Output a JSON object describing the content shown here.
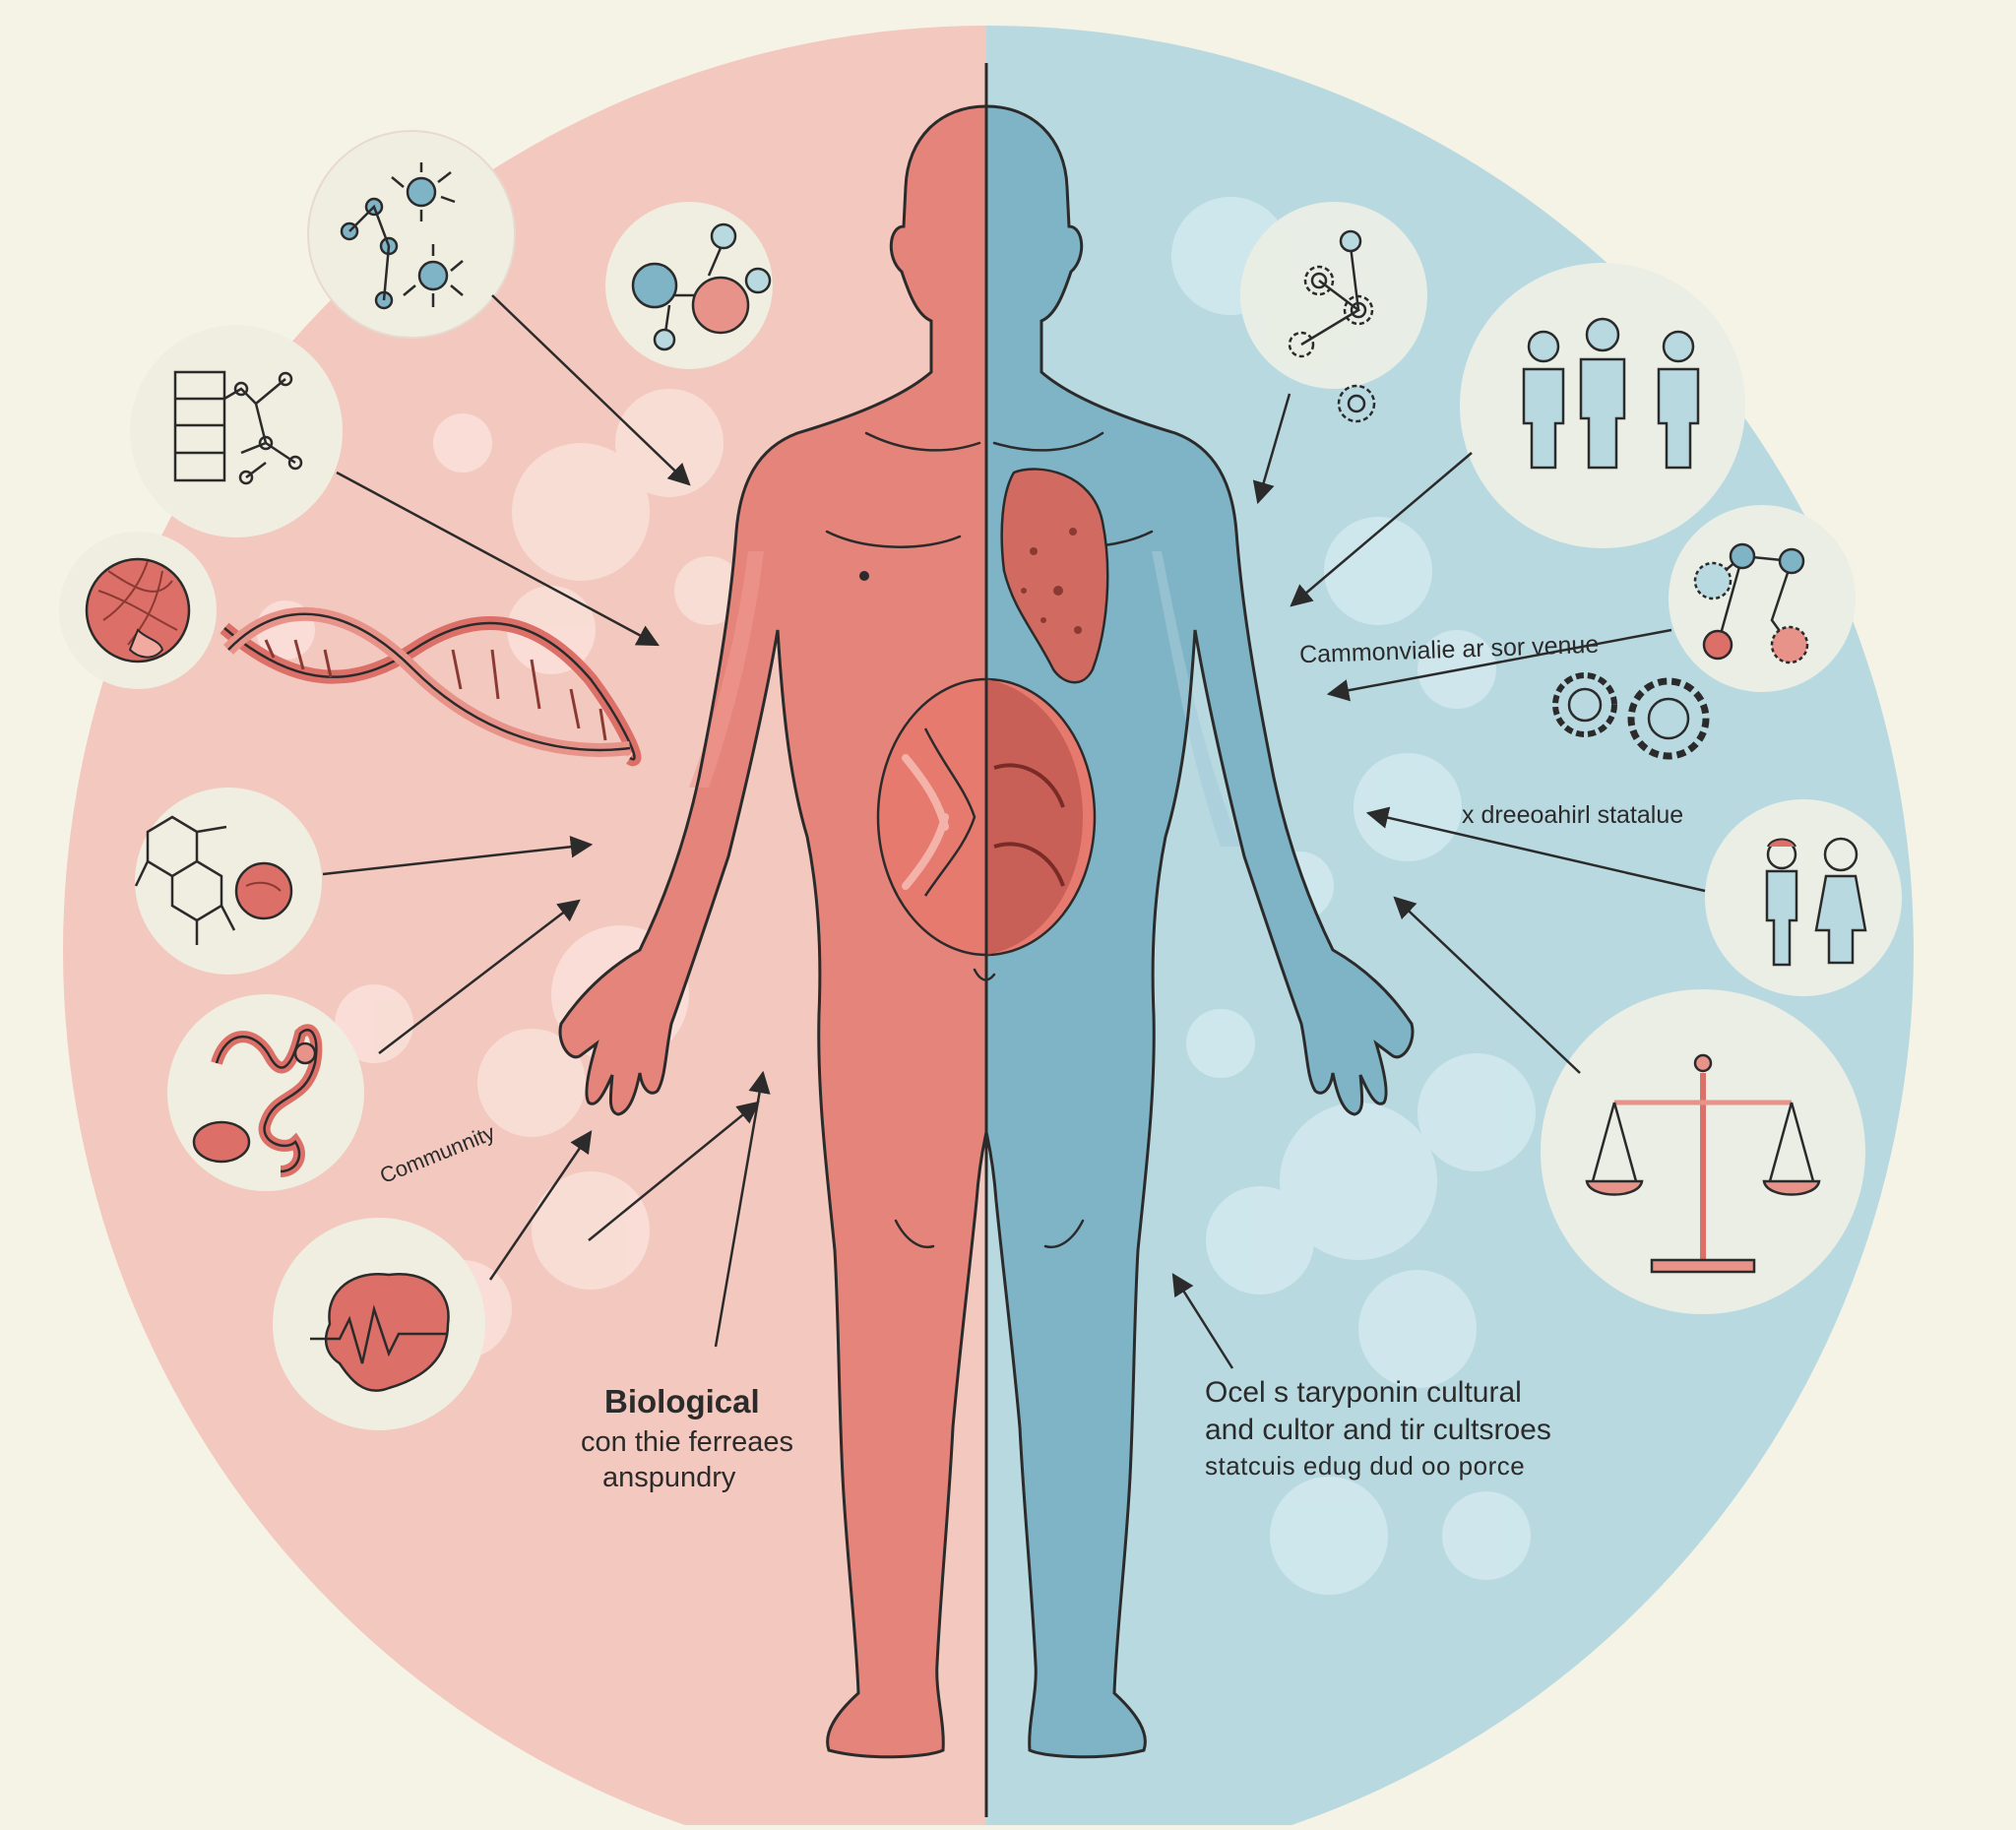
{
  "colors": {
    "background": "#f5f3e6",
    "biological_panel": "#f3c8be",
    "social_panel": "#b9d9e1",
    "biological_body": "#e5847a",
    "social_body": "#7fb3c6",
    "accent_red": "#dc6f67",
    "accent_blue": "#78aec0",
    "line": "#2b2b2b"
  },
  "left": {
    "title": "Biological",
    "line1": "con thie ferreaes",
    "line2": "anspundry",
    "rotated_label": "Communnity",
    "icons": [
      "neuron-network-icon",
      "molecule-icon",
      "data-network-icon",
      "cell-icon",
      "dna-helix-icon",
      "chemical-structure-icon",
      "intestine-icon",
      "heart-rate-icon"
    ]
  },
  "right": {
    "label1": "Cammonvialie ar sor venue",
    "label2": "x dreeoahirl statalue",
    "line1": "Ocel s taryponin cultural",
    "line2": "and cultor and tir cultsroes",
    "line3": "statcuis edug dud oo porce",
    "icons": [
      "gear-network-icon",
      "people-group-icon",
      "virus-network-icon",
      "gears-icon",
      "couple-icon",
      "balance-scale-icon"
    ]
  }
}
